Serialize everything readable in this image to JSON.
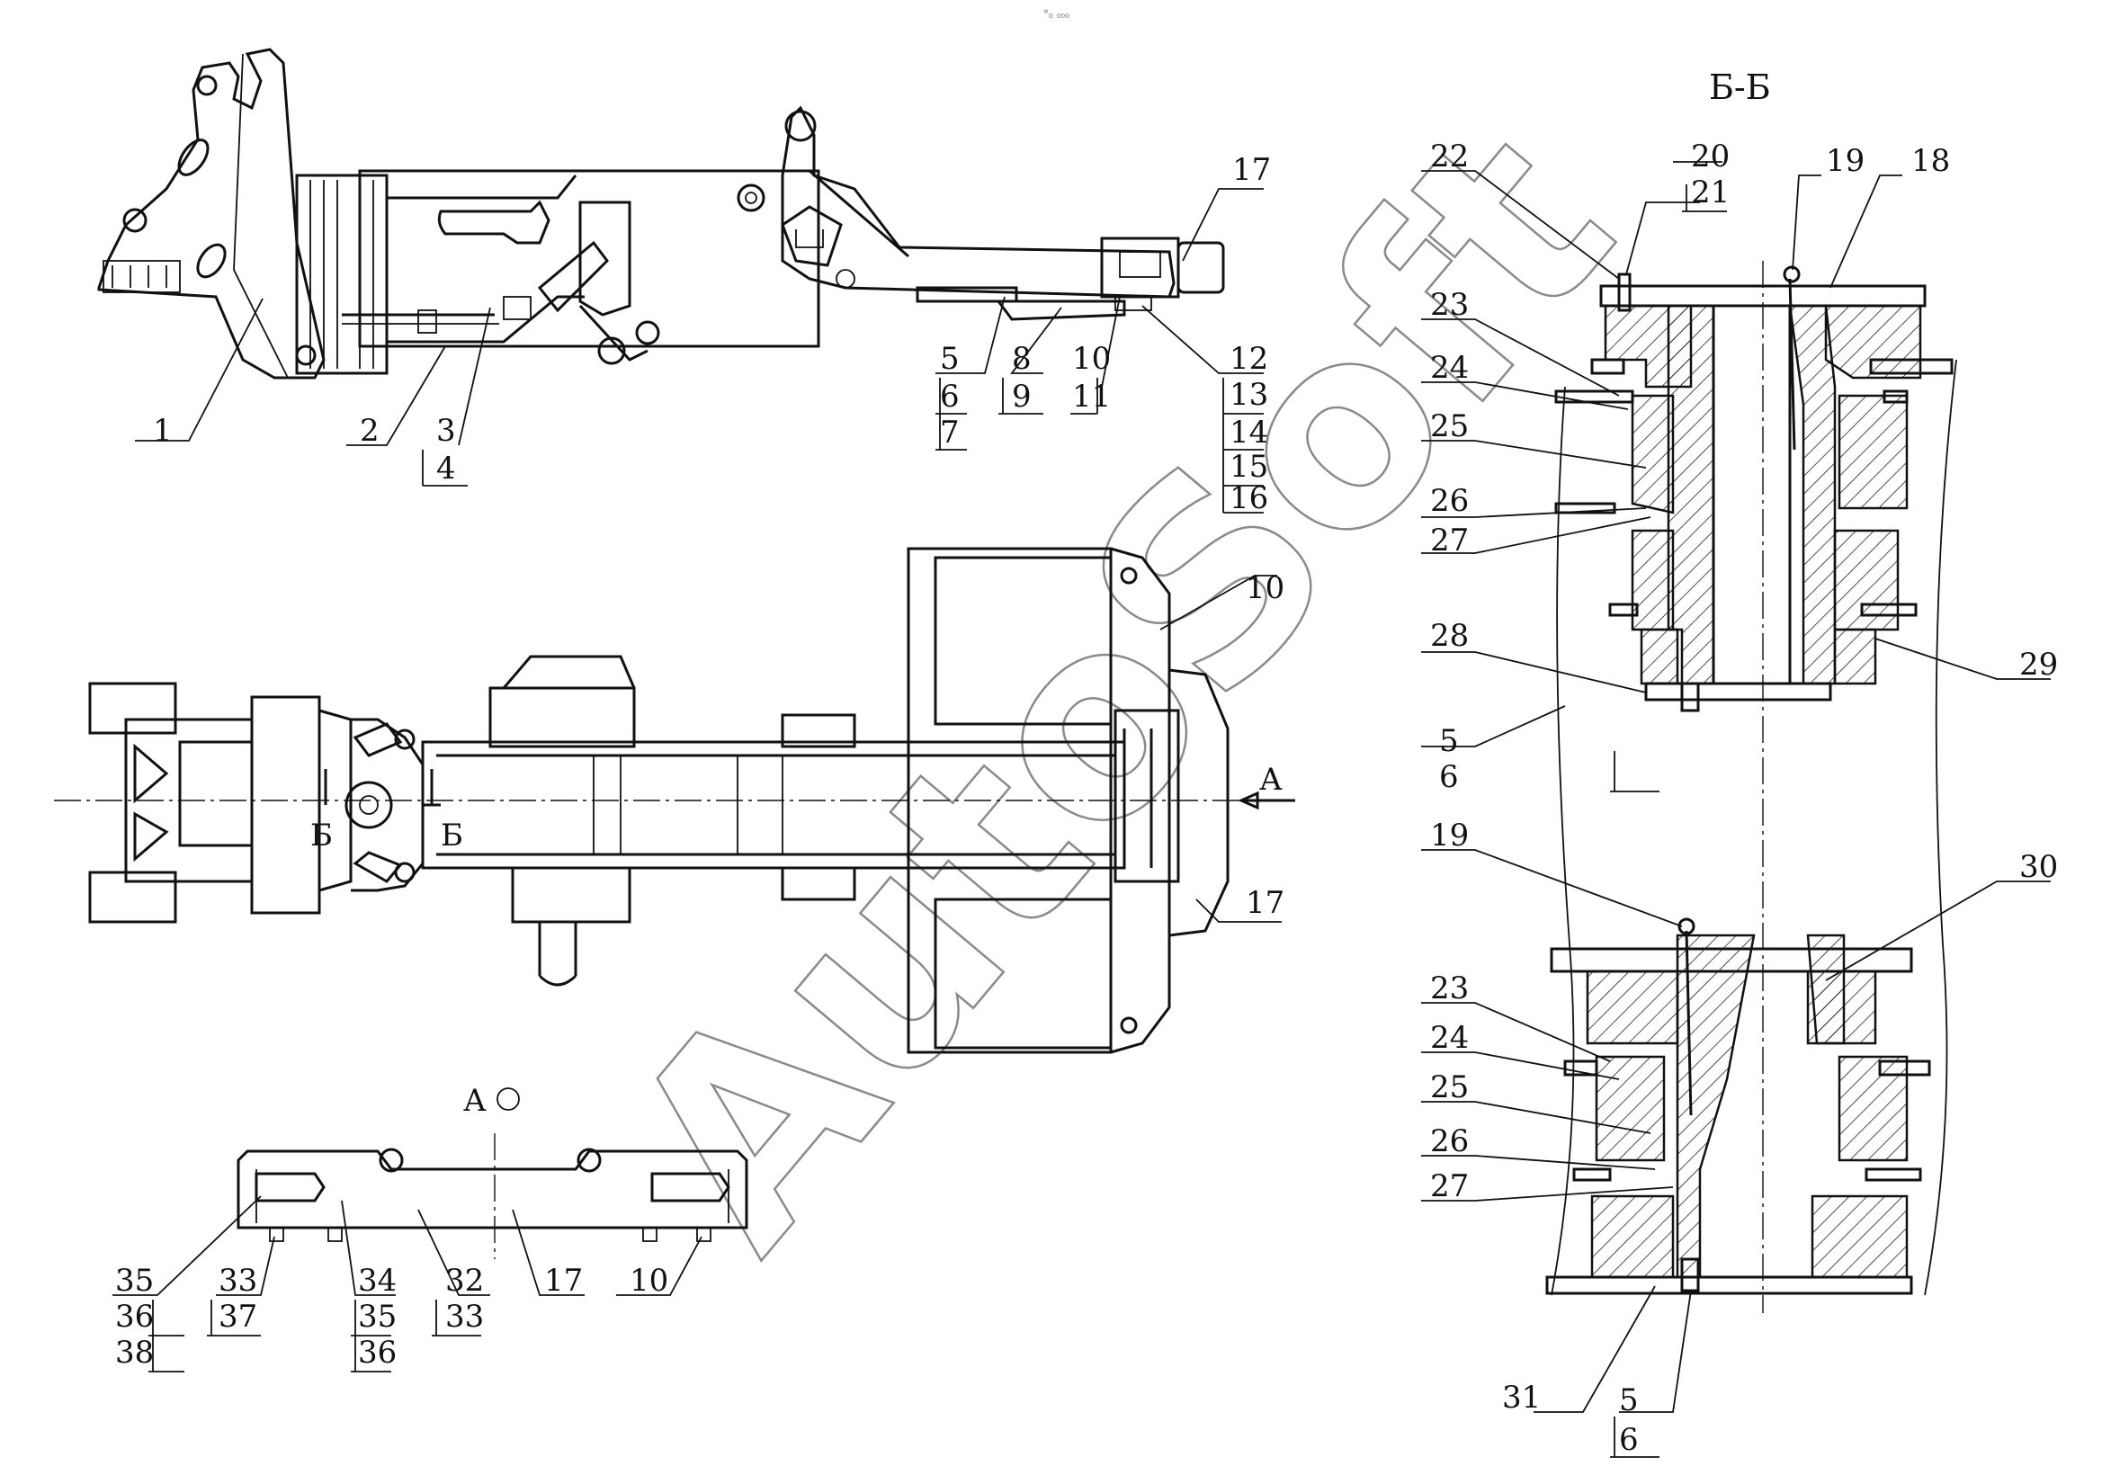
{
  "header": {
    "mark": "°₀ ₀₀₀"
  },
  "watermark": "AutoSoft",
  "section_title": "Б-Б",
  "view_label": "А",
  "section_marks": [
    "Б",
    "Б"
  ],
  "arrow_label": "А",
  "side_view": {
    "labels": [
      "1",
      "2",
      "3",
      "4",
      "5",
      "6",
      "7",
      "8",
      "9",
      "10",
      "11",
      "12",
      "13",
      "14",
      "15",
      "16",
      "17"
    ]
  },
  "plan_view": {
    "labels": [
      "10",
      "17"
    ]
  },
  "view_a": {
    "labels": [
      "35",
      "36",
      "38",
      "33",
      "37",
      "34",
      "35",
      "36",
      "32",
      "33",
      "17",
      "10"
    ]
  },
  "section_view": {
    "labels": [
      "22",
      "20",
      "21",
      "19",
      "18",
      "23",
      "24",
      "25",
      "26",
      "27",
      "28",
      "29",
      "5",
      "6",
      "19",
      "30",
      "23",
      "24",
      "25",
      "26",
      "27",
      "31",
      "5",
      "6"
    ]
  }
}
